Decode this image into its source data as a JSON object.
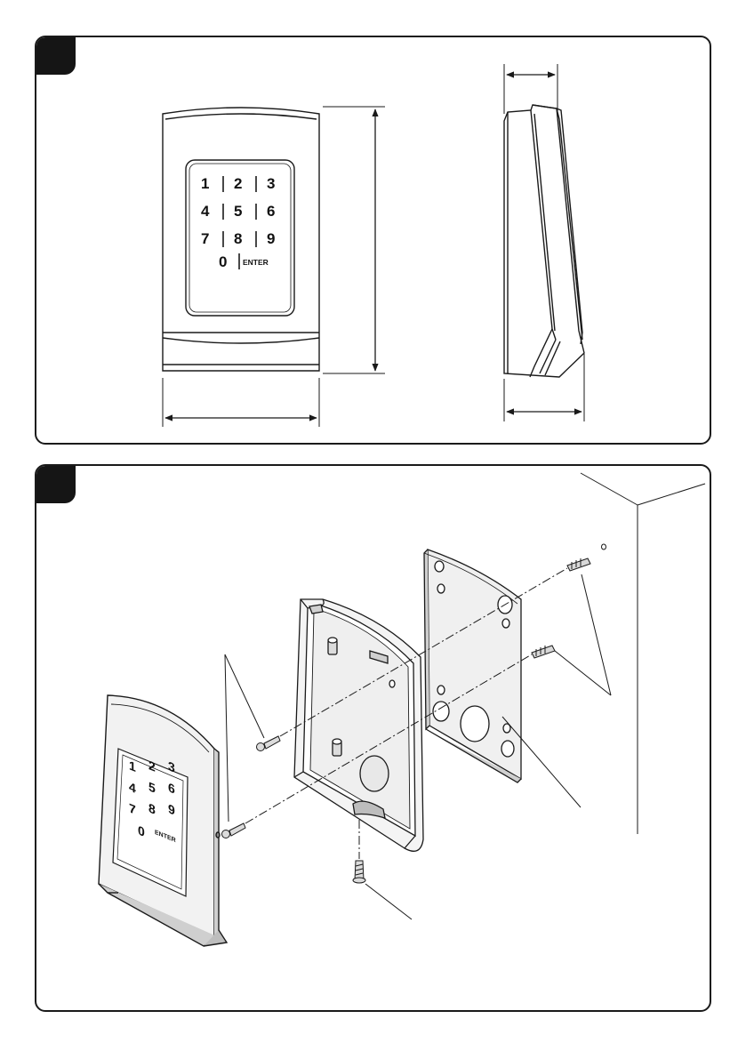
{
  "keypad": {
    "keys": [
      "1",
      "2",
      "3",
      "4",
      "5",
      "6",
      "7",
      "8",
      "9",
      "0"
    ],
    "enter_label": "ENTER"
  },
  "colors": {
    "line": "#1a1a1a",
    "badge": "#151515",
    "shade": "#cfcfcf"
  }
}
